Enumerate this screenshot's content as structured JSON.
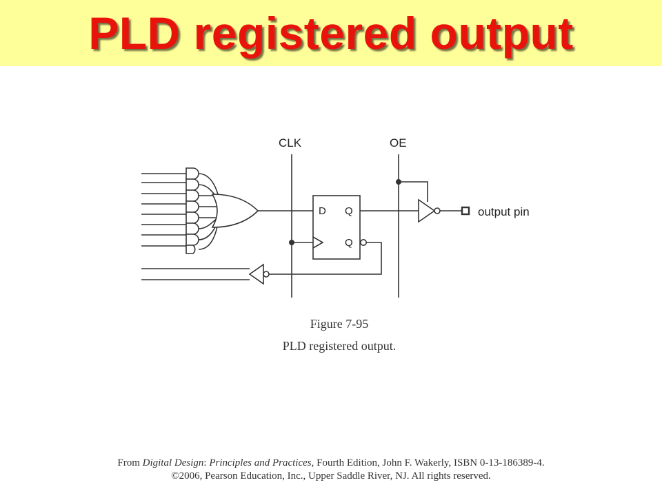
{
  "slide": {
    "title": "PLD registered output"
  },
  "diagram": {
    "labels": {
      "clk": "CLK",
      "oe": "OE",
      "d": "D",
      "q": "Q",
      "q_bar": "Q",
      "output_pin": "output pin"
    }
  },
  "figure": {
    "number": "Figure 7-95",
    "caption": "PLD registered output."
  },
  "source": {
    "prefix": "From ",
    "book": "Digital Design",
    "sep": ": ",
    "subtitle": "Principles and Practices",
    "rest": ", Fourth Edition, John F. Wakerly, ISBN 0-13-186389-4.",
    "copyright": "©2006, Pearson Education, Inc., Upper Saddle River, NJ. All rights reserved."
  },
  "colors": {
    "title_band": "#ffff99",
    "title_text": "#e8140c",
    "line": "#333333"
  }
}
